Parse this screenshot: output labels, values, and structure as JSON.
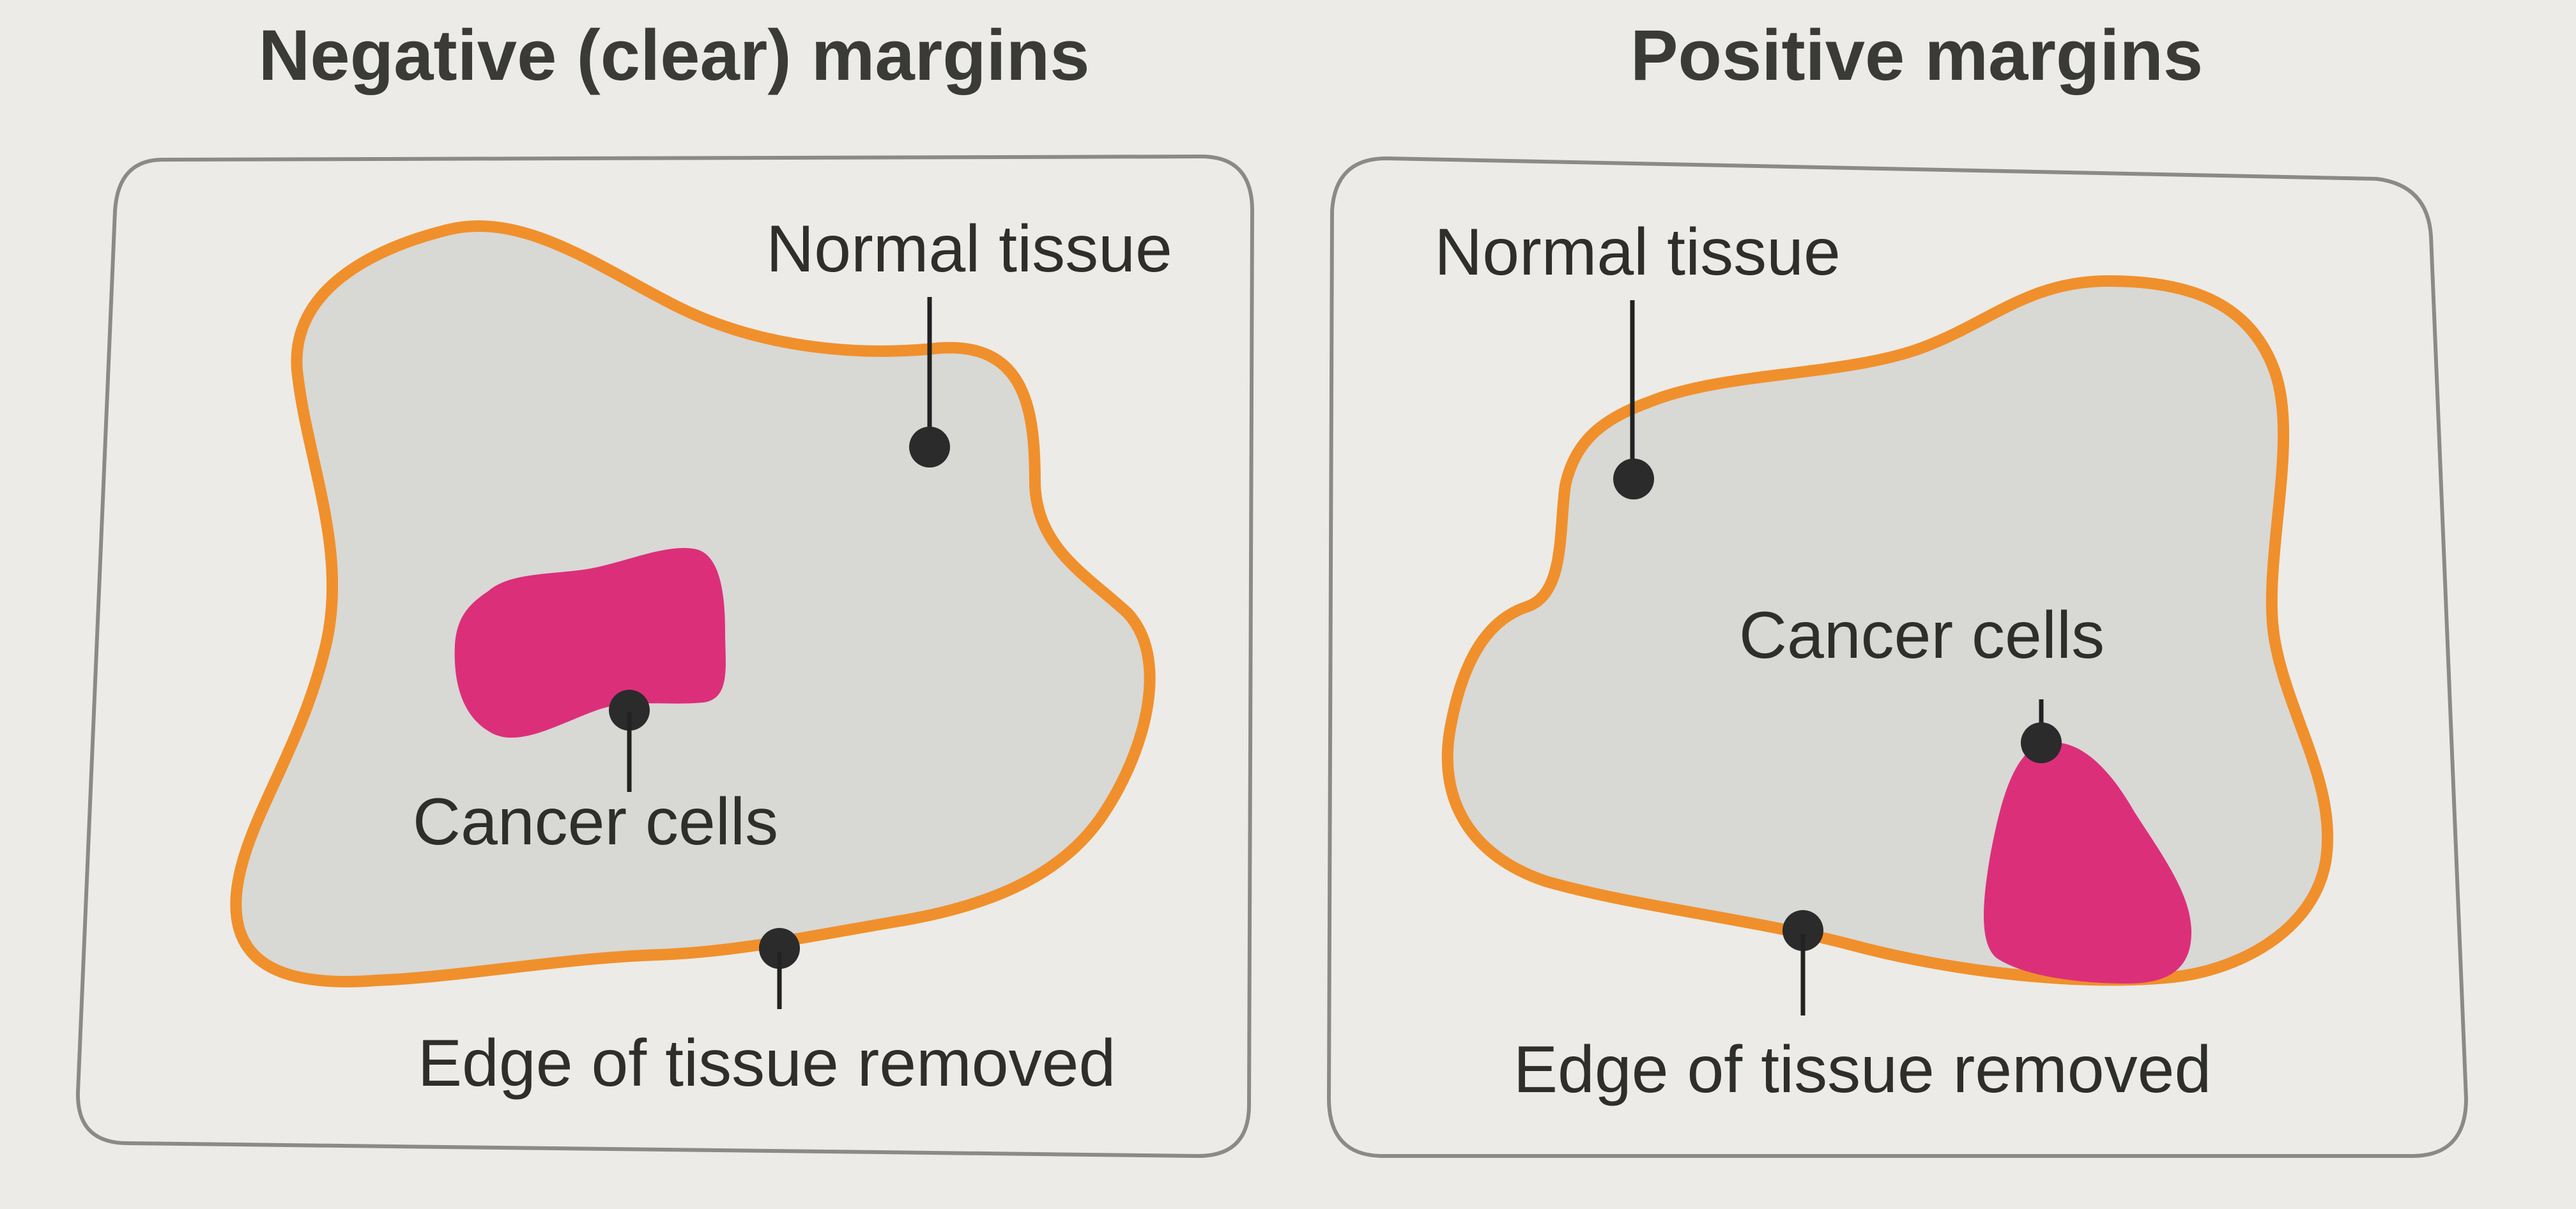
{
  "panels": {
    "negative": {
      "title": "Negative (clear) margins",
      "normal_tissue_label": "Normal tissue",
      "cancer_cells_label": "Cancer cells",
      "edge_label": "Edge of tissue removed"
    },
    "positive": {
      "title": "Positive margins",
      "normal_tissue_label": "Normal tissue",
      "cancer_cells_label": "Cancer cells",
      "edge_label": "Edge of tissue removed"
    }
  },
  "colors": {
    "background": "#ecebe7",
    "tissue_fill": "#d8d8d5",
    "tissue_edge": "#f0902c",
    "cancer": "#dc2f7a",
    "pointer": "#2b2b2b"
  }
}
